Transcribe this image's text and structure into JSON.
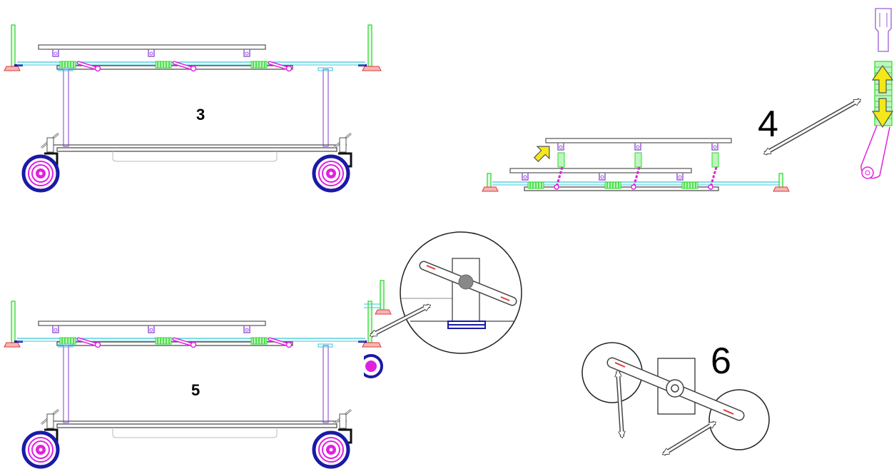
{
  "labels": {
    "step3": "3",
    "step4": "4",
    "step5": "5",
    "step6": "6"
  },
  "colors": {
    "outline": "#555555",
    "frame": "#222222",
    "magenta": "#e020e0",
    "violet": "#9a5adc",
    "green": "#2bdc2b",
    "cyan": "#33c8d8",
    "yellow": "#f4e81a",
    "navy": "#1a1aa6",
    "red": "#e03a3a",
    "gray": "#888888"
  },
  "icons": [
    "arrow-icon",
    "wheel-icon",
    "lever-icon",
    "spring-icon",
    "foot-icon"
  ]
}
